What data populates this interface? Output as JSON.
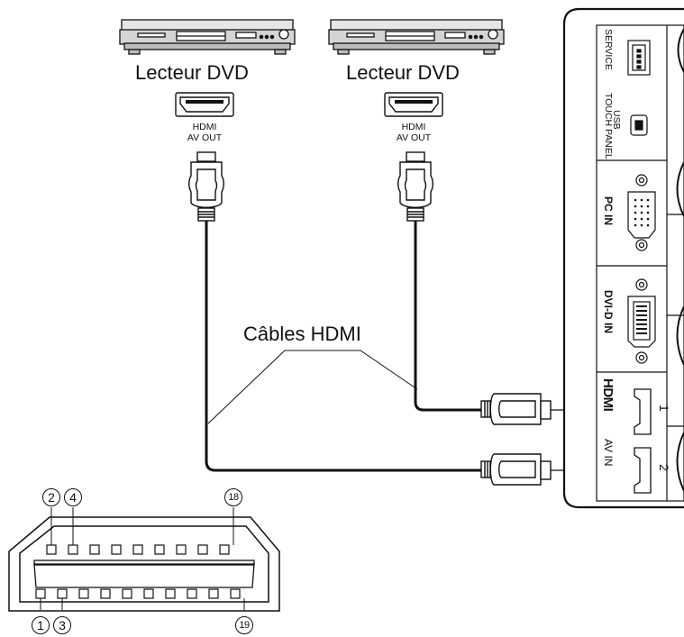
{
  "players": [
    {
      "label": "Lecteur DVD",
      "port_label_1": "HDMI",
      "port_label_2": "AV OUT"
    },
    {
      "label": "Lecteur DVD",
      "port_label_1": "HDMI",
      "port_label_2": "AV OUT"
    }
  ],
  "cable_label": "Câbles HDMI",
  "panel": {
    "service": "SERVICE",
    "usb": "USB",
    "touch_panel": "TOUCH PANEL",
    "pc_in": "PC IN",
    "dvid_in": "DVI-D IN",
    "hdmi_logo": "HDMI",
    "av_in": "AV IN",
    "hdmi_port_1": "1",
    "hdmi_port_2": "2"
  },
  "pinout": {
    "top_left_1": "2",
    "top_left_2": "4",
    "top_right": "18",
    "bottom_left_1": "1",
    "bottom_left_2": "3",
    "bottom_right": "19"
  }
}
